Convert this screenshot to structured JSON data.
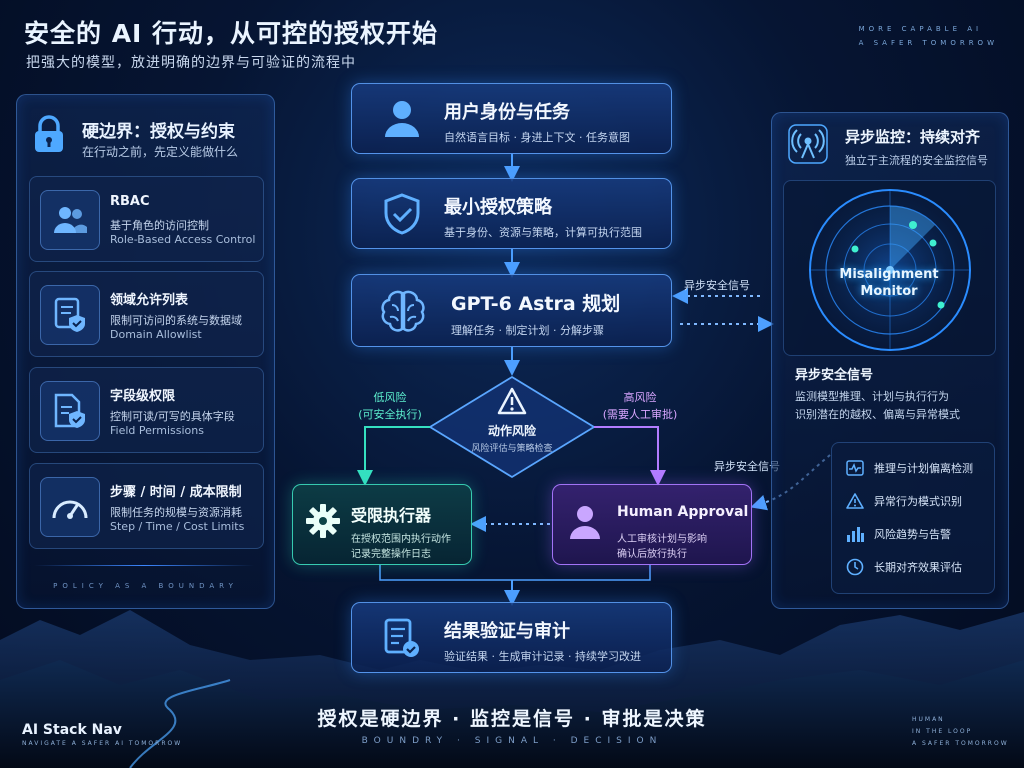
{
  "header": {
    "title": "安全的 AI 行动，从可控的授权开始",
    "subtitle": "把强大的模型，放进明确的边界与可验证的流程中",
    "tag_line1": "MORE CAPABLE AI",
    "tag_line2": "A SAFER TOMORROW"
  },
  "left_panel": {
    "title": "硬边界：授权与约束",
    "subtitle": "在行动之前，先定义能做什么",
    "cards": [
      {
        "title": "RBAC",
        "line1": "基于角色的访问控制",
        "line2": "Role-Based Access Control",
        "icon": "users-icon"
      },
      {
        "title": "领域允许列表",
        "line1": "限制可访问的系统与数据域",
        "line2": "Domain Allowlist",
        "icon": "document-shield-icon"
      },
      {
        "title": "字段级权限",
        "line1": "控制可读/可写的具体字段",
        "line2": "Field Permissions",
        "icon": "file-shield-icon"
      },
      {
        "title": "步骤 / 时间 / 成本限制",
        "line1": "限制任务的规模与资源消耗",
        "line2": "Step / Time / Cost Limits",
        "icon": "gauge-icon"
      }
    ],
    "footer_tag": "POLICY AS A BOUNDARY"
  },
  "flow": {
    "user": {
      "title": "用户身份与任务",
      "sub": "自然语言目标 · 身进上下文 · 任务意图",
      "icon": "user-icon"
    },
    "policy": {
      "title": "最小授权策略",
      "sub": "基于身份、资源与策略，计算可执行范围",
      "icon": "shield-check-icon"
    },
    "planner": {
      "title": "GPT-6 Astra 规划",
      "sub": "理解任务 · 制定计划 · 分解步骤",
      "icon": "brain-icon"
    },
    "risk": {
      "title": "动作风险",
      "sub": "风险评估与策略检查",
      "icon": "warning-icon"
    },
    "low_label_1": "低风险",
    "low_label_2": "(可安全执行)",
    "high_label_1": "高风险",
    "high_label_2": "(需要人工审批)",
    "executor": {
      "title": "受限执行器",
      "line1": "在授权范围内执行动作",
      "line2": "记录完整操作日志",
      "icon": "gear-icon"
    },
    "approval": {
      "title": "Human Approval",
      "line1": "人工审核计划与影响",
      "line2": "确认后放行执行",
      "icon": "person-icon"
    },
    "result": {
      "title": "结果验证与审计",
      "sub": "验证结果 · 生成审计记录 · 持续学习改进",
      "icon": "checklist-icon"
    },
    "signal_label_1": "异步安全信号",
    "signal_label_2": "异步安全信号"
  },
  "right_panel": {
    "title": "异步监控：持续对齐",
    "subtitle": "独立于主流程的安全监控信号",
    "radar_line1": "Misalignment",
    "radar_line2": "Monitor",
    "signal_title": "异步安全信号",
    "signal_line1": "监测模型推理、计划与执行行为",
    "signal_line2": "识别潜在的越权、偏离与异常模式",
    "items": [
      {
        "label": "推理与计划偏离检测",
        "icon": "pulse-icon"
      },
      {
        "label": "异常行为模式识别",
        "icon": "alert-icon"
      },
      {
        "label": "风险趋势与告警",
        "icon": "bars-icon"
      },
      {
        "label": "长期对齐效果评估",
        "icon": "clock-icon"
      }
    ]
  },
  "footer": {
    "slogan": "授权是硬边界  ·  监控是信号  ·  审批是决策",
    "slogan_en": "BOUNDRY · SIGNAL · DECISION",
    "brand": "AI Stack Nav",
    "brand_sub": "NAVIGATE A SAFER AI TOMORROW",
    "tag_line1": "HUMAN",
    "tag_line2": "IN THE LOOP",
    "tag_line3": "A SAFER TOMORROW"
  },
  "colors": {
    "accent_blue": "#3d8bff",
    "low_risk": "#35e0c0",
    "high_risk": "#b37cff"
  }
}
